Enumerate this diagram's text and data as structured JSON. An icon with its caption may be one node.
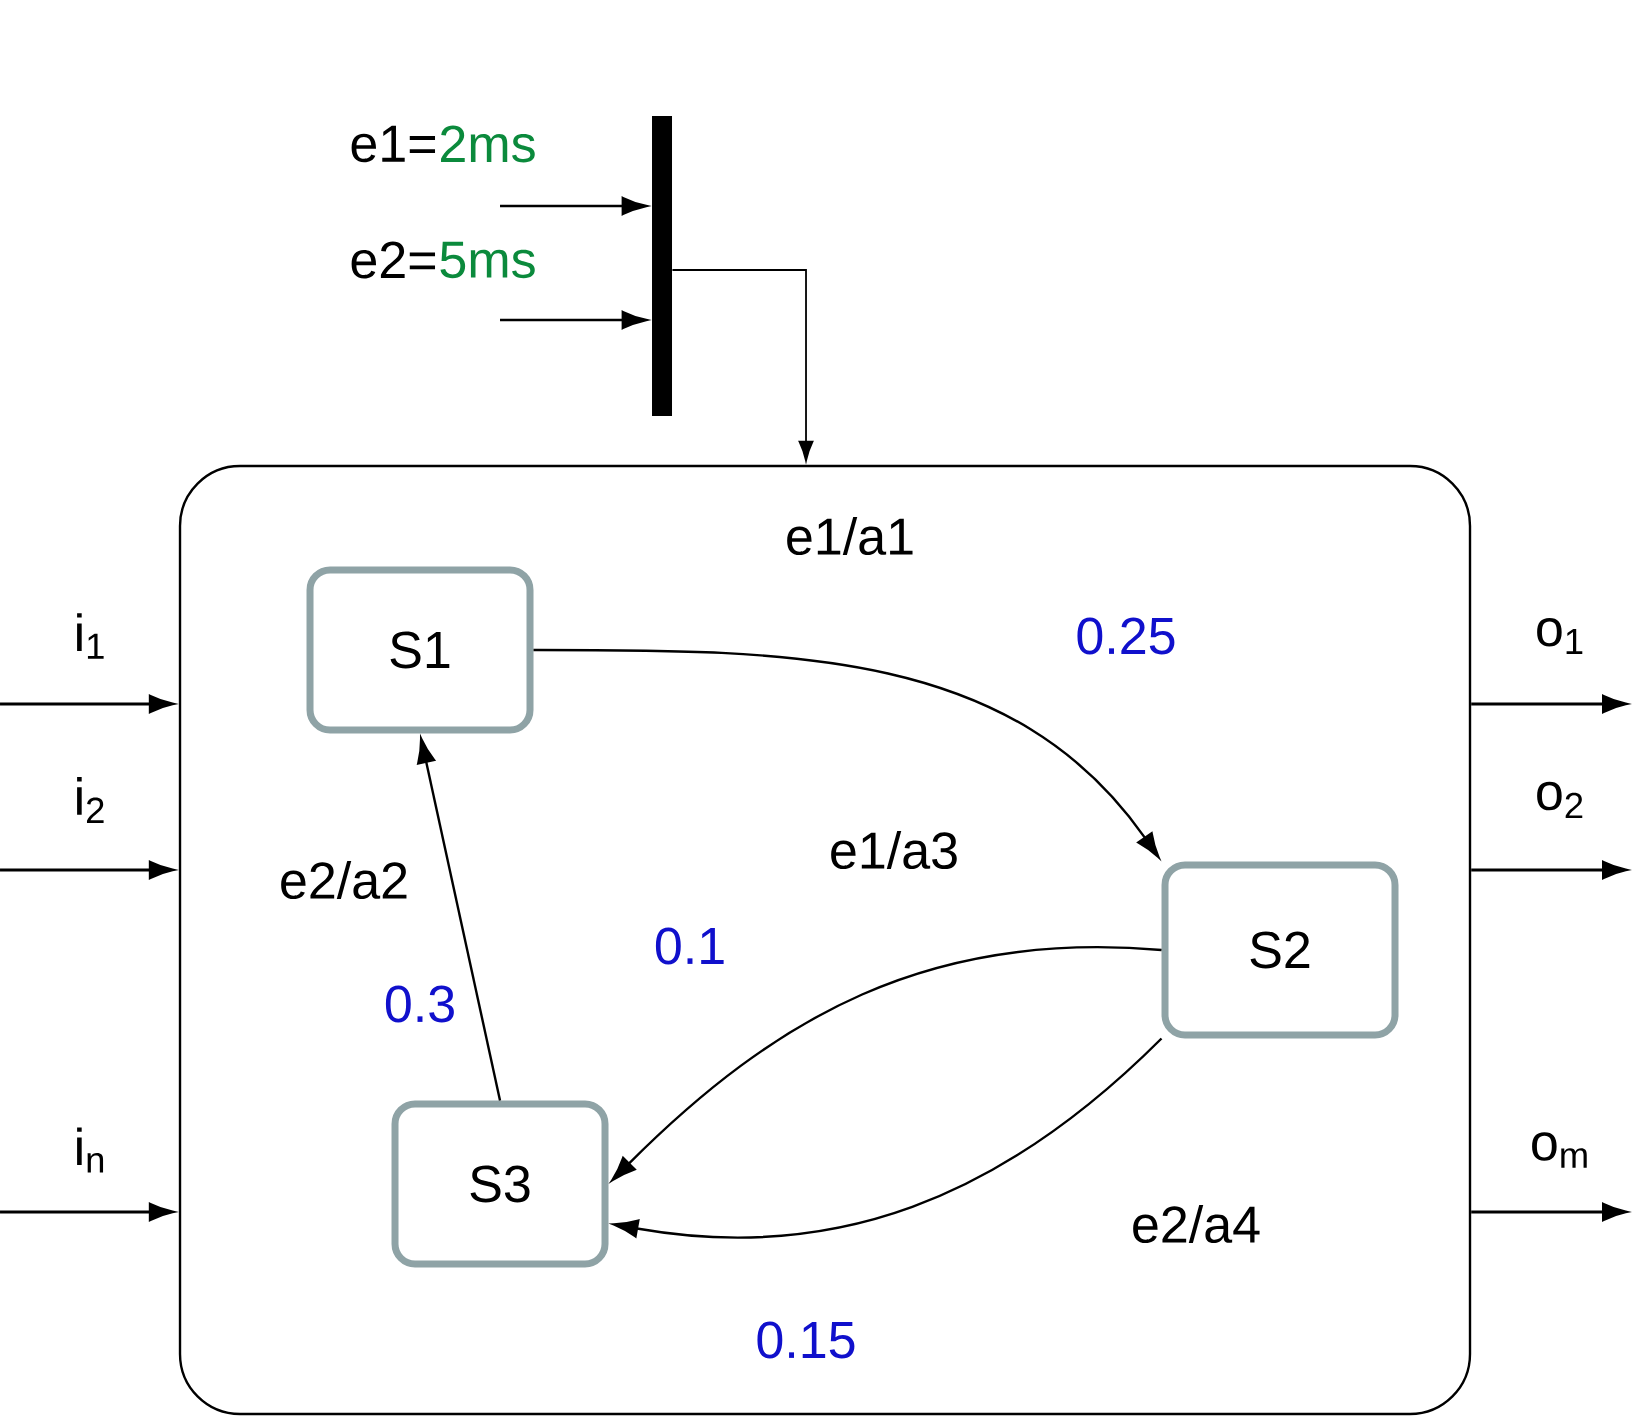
{
  "diagram": {
    "nodes": [
      {
        "text": [],
        "shape": "box"
      },
      {
        "text": [
          "S1"
        ],
        "in": 0
      },
      {
        "text": [
          "S2"
        ],
        "in": 0
      },
      {
        "text": [
          "S3"
        ],
        "in": 0
      },
      {
        "text": [],
        "shape": "bar"
      }
    ],
    "edges": [
      {
        "from": null,
        "to": 4,
        "arrow": "to"
      },
      {
        "from": null,
        "to": 4,
        "arrow": "to"
      },
      {
        "from": 4,
        "to": 0,
        "arrow": "to"
      },
      {
        "from": null,
        "to": 0,
        "arrow": "to"
      },
      {
        "from": null,
        "to": 0,
        "arrow": "to"
      },
      {
        "from": null,
        "to": 0,
        "arrow": "to"
      },
      {
        "from": 0,
        "to": null,
        "arrow": "to"
      },
      {
        "from": 0,
        "to": null,
        "arrow": "to"
      },
      {
        "from": 0,
        "to": null,
        "arrow": "to"
      },
      {
        "from": 1,
        "to": 2,
        "arrow": "to",
        "label": "e1/a1"
      },
      {
        "from": 2,
        "to": 3,
        "arrow": "to",
        "label": "e1/a3"
      },
      {
        "from": 2,
        "to": 3,
        "arrow": "to",
        "label": "e2/a4"
      },
      {
        "from": 3,
        "to": 1,
        "arrow": "to",
        "label": "e2/a2"
      }
    ],
    "labels": [
      "e1=",
      "2ms",
      "e2=",
      "5ms",
      "i$_{1}$",
      "0.25",
      "o$_{1}$",
      "i$_{2}$",
      "o$_{2}$",
      "0.1",
      "0.3",
      "i$_{n}$",
      "o$_{m}$",
      "0.15"
    ]
  }
}
